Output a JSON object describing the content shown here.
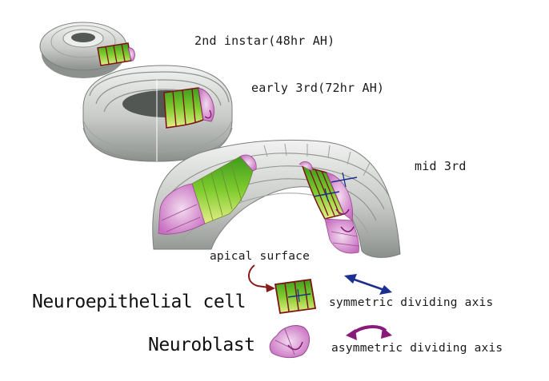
{
  "stages": {
    "second_instar": "2nd instar(48hr AH)",
    "early_third": "early 3rd(72hr AH)",
    "mid_third": "mid 3rd"
  },
  "legend": {
    "apical_surface": "apical surface",
    "neuroepithelial_cell": "Neuroepithelial cell",
    "neuroblast": "Neuroblast",
    "symmetric_axis": "symmetric dividing axis",
    "asymmetric_axis": "asymmetric dividing axis"
  },
  "colors": {
    "neuroepithelium_green": "#7fcc2e",
    "neuroblast_pink": "#d98ad0",
    "tissue_gray": "#c9ccc9",
    "apical_red": "#a01818",
    "symmetric_blue": "#1a2f8f",
    "asymmetric_purple": "#8a1a7a"
  }
}
